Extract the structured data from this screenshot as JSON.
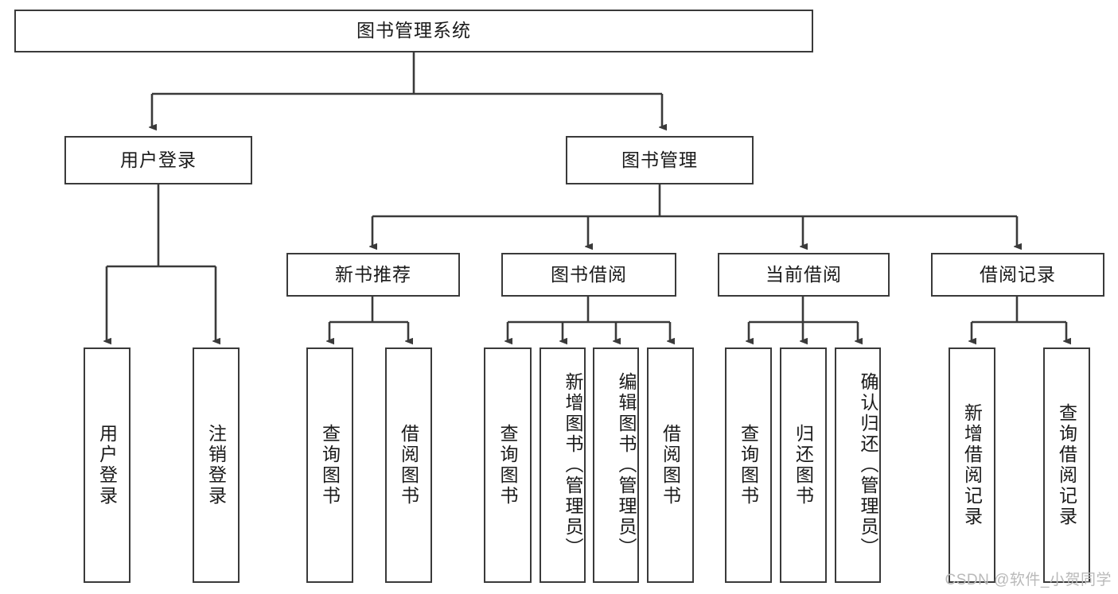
{
  "diagram": {
    "type": "tree-hierarchy-chart",
    "title": "图书管理系统",
    "root": {
      "label": "图书管理系统"
    },
    "level2": [
      {
        "label": "用户登录"
      },
      {
        "label": "图书管理"
      }
    ],
    "level3": [
      {
        "label": "新书推荐"
      },
      {
        "label": "图书借阅"
      },
      {
        "label": "当前借阅"
      },
      {
        "label": "借阅记录"
      }
    ],
    "leaves": [
      {
        "label": "用户登录",
        "parent": "用户登录",
        "align": "mid"
      },
      {
        "label": "注销登录",
        "parent": "用户登录",
        "align": "mid"
      },
      {
        "label": "查询图书",
        "parent": "新书推荐",
        "align": "mid"
      },
      {
        "label": "借阅图书",
        "parent": "新书推荐",
        "align": "mid"
      },
      {
        "label": "查询图书",
        "parent": "图书借阅",
        "align": "mid"
      },
      {
        "label": "新增图书（管理员）",
        "parent": "图书借阅",
        "align": "top"
      },
      {
        "label": "编辑图书（管理员）",
        "parent": "图书借阅",
        "align": "top"
      },
      {
        "label": "借阅图书",
        "parent": "图书借阅",
        "align": "mid"
      },
      {
        "label": "查询图书",
        "parent": "当前借阅",
        "align": "mid"
      },
      {
        "label": "归还图书",
        "parent": "当前借阅",
        "align": "mid"
      },
      {
        "label": "确认归还（管理员）",
        "parent": "当前借阅",
        "align": "top"
      },
      {
        "label": "新增借阅记录",
        "parent": "借阅记录",
        "align": "mid"
      },
      {
        "label": "查询借阅记录",
        "parent": "借阅记录",
        "align": "mid"
      }
    ]
  },
  "watermark": {
    "text": "CSDN @软件_小贺同学"
  },
  "colors": {
    "stroke": "#3a3a3a",
    "text": "#1a1a1a",
    "background": "#ffffff",
    "watermark": "#b9b9b9"
  }
}
